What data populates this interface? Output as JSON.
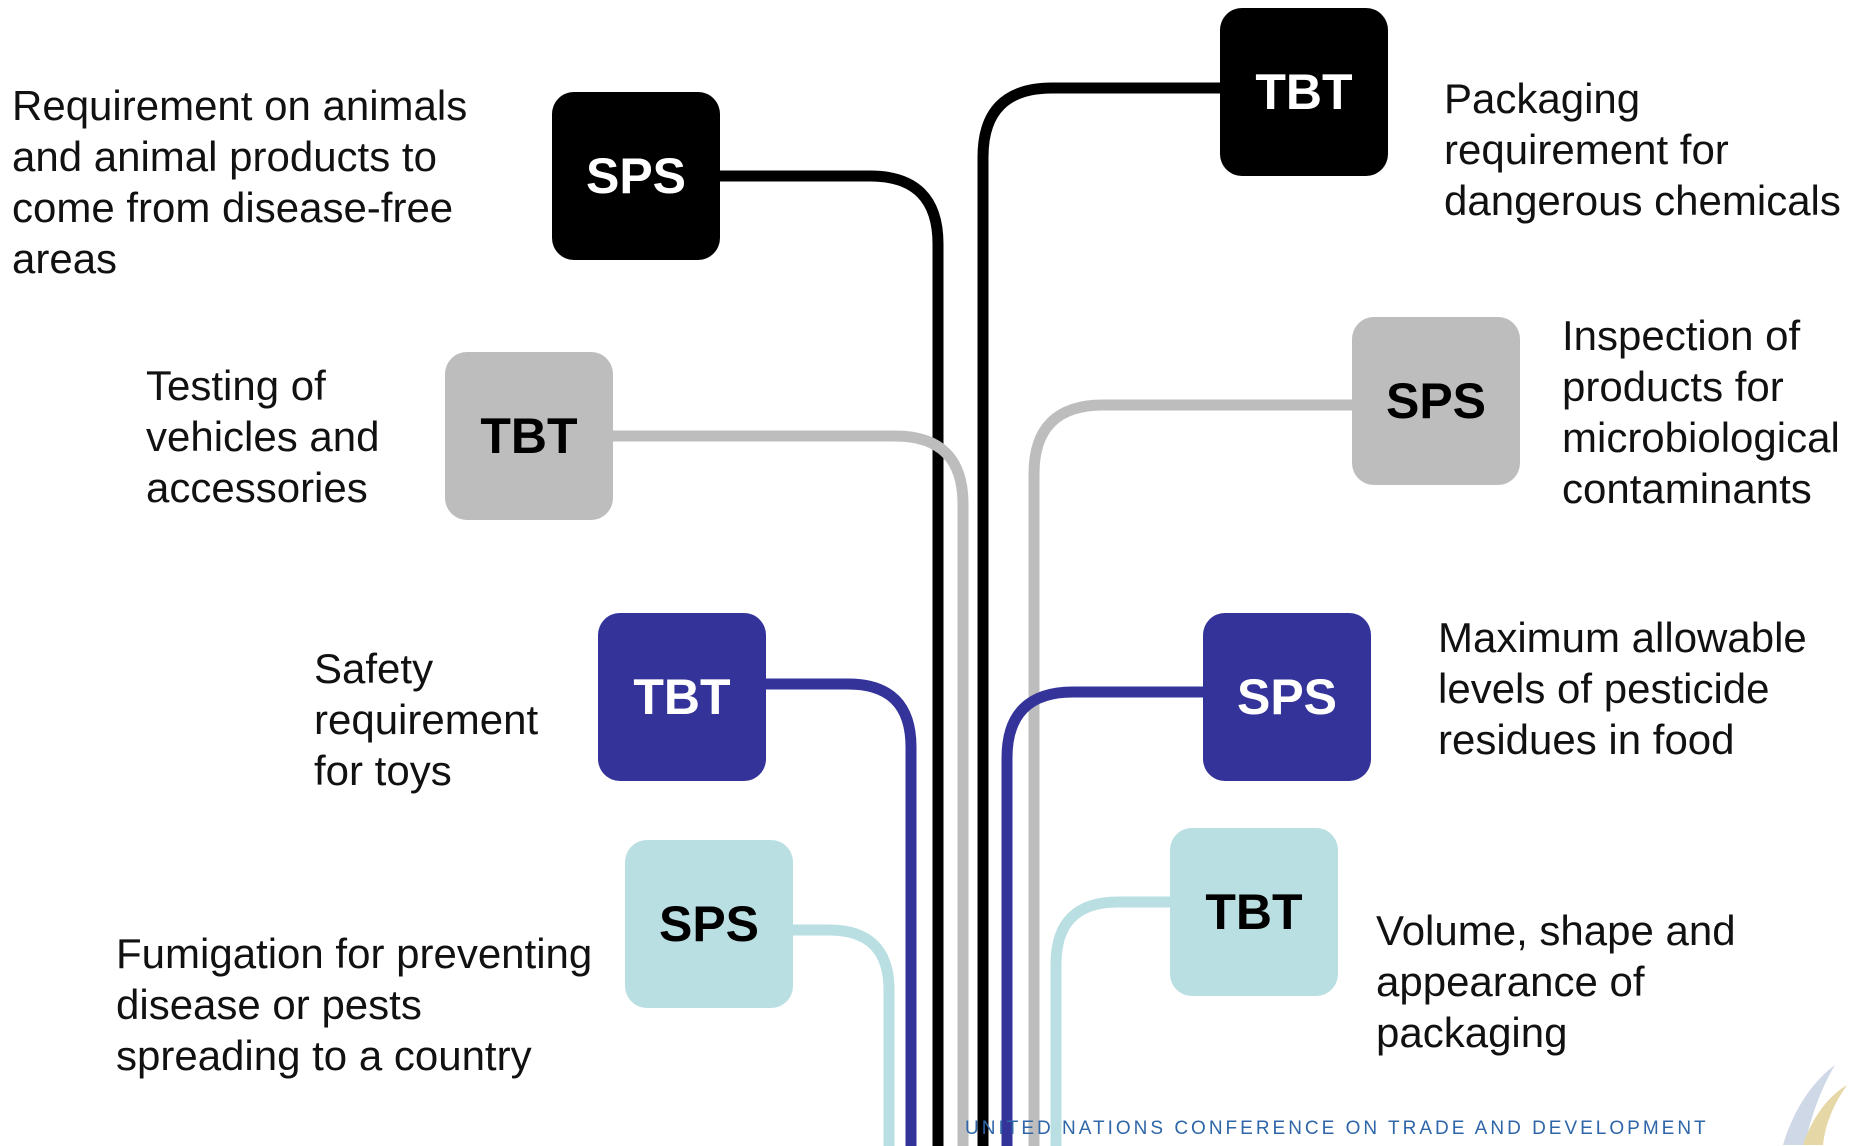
{
  "colors": {
    "black": "#000000",
    "grey": "#bdbdbd",
    "navy": "#343399",
    "cyan": "#badfe3"
  },
  "left": [
    {
      "tag": "SPS",
      "color": "black",
      "label": "Requirement on animals\nand animal products to\ncome from disease-free\nareas"
    },
    {
      "tag": "TBT",
      "color": "grey",
      "label": "Testing of\nvehicles and\naccessories"
    },
    {
      "tag": "TBT",
      "color": "navy",
      "label": "Safety\nrequirement\nfor toys"
    },
    {
      "tag": "SPS",
      "color": "cyan",
      "label": "Fumigation for preventing\ndisease or pests\nspreading to a country"
    }
  ],
  "right": [
    {
      "tag": "TBT",
      "color": "black",
      "label": "Packaging\nrequirement for\ndangerous chemicals"
    },
    {
      "tag": "SPS",
      "color": "grey",
      "label": "Inspection of\nproducts for\nmicrobiological\ncontaminants"
    },
    {
      "tag": "SPS",
      "color": "navy",
      "label": "Maximum allowable\nlevels of pesticide\nresidues in food"
    },
    {
      "tag": "TBT",
      "color": "cyan",
      "label": "Volume, shape and\nappearance of\npackaging"
    }
  ],
  "footer": {
    "org_text": "UNITED NATIONS CONFERENCE ON TRADE AND DEVELOPMENT",
    "logo": "unctad-logo"
  }
}
